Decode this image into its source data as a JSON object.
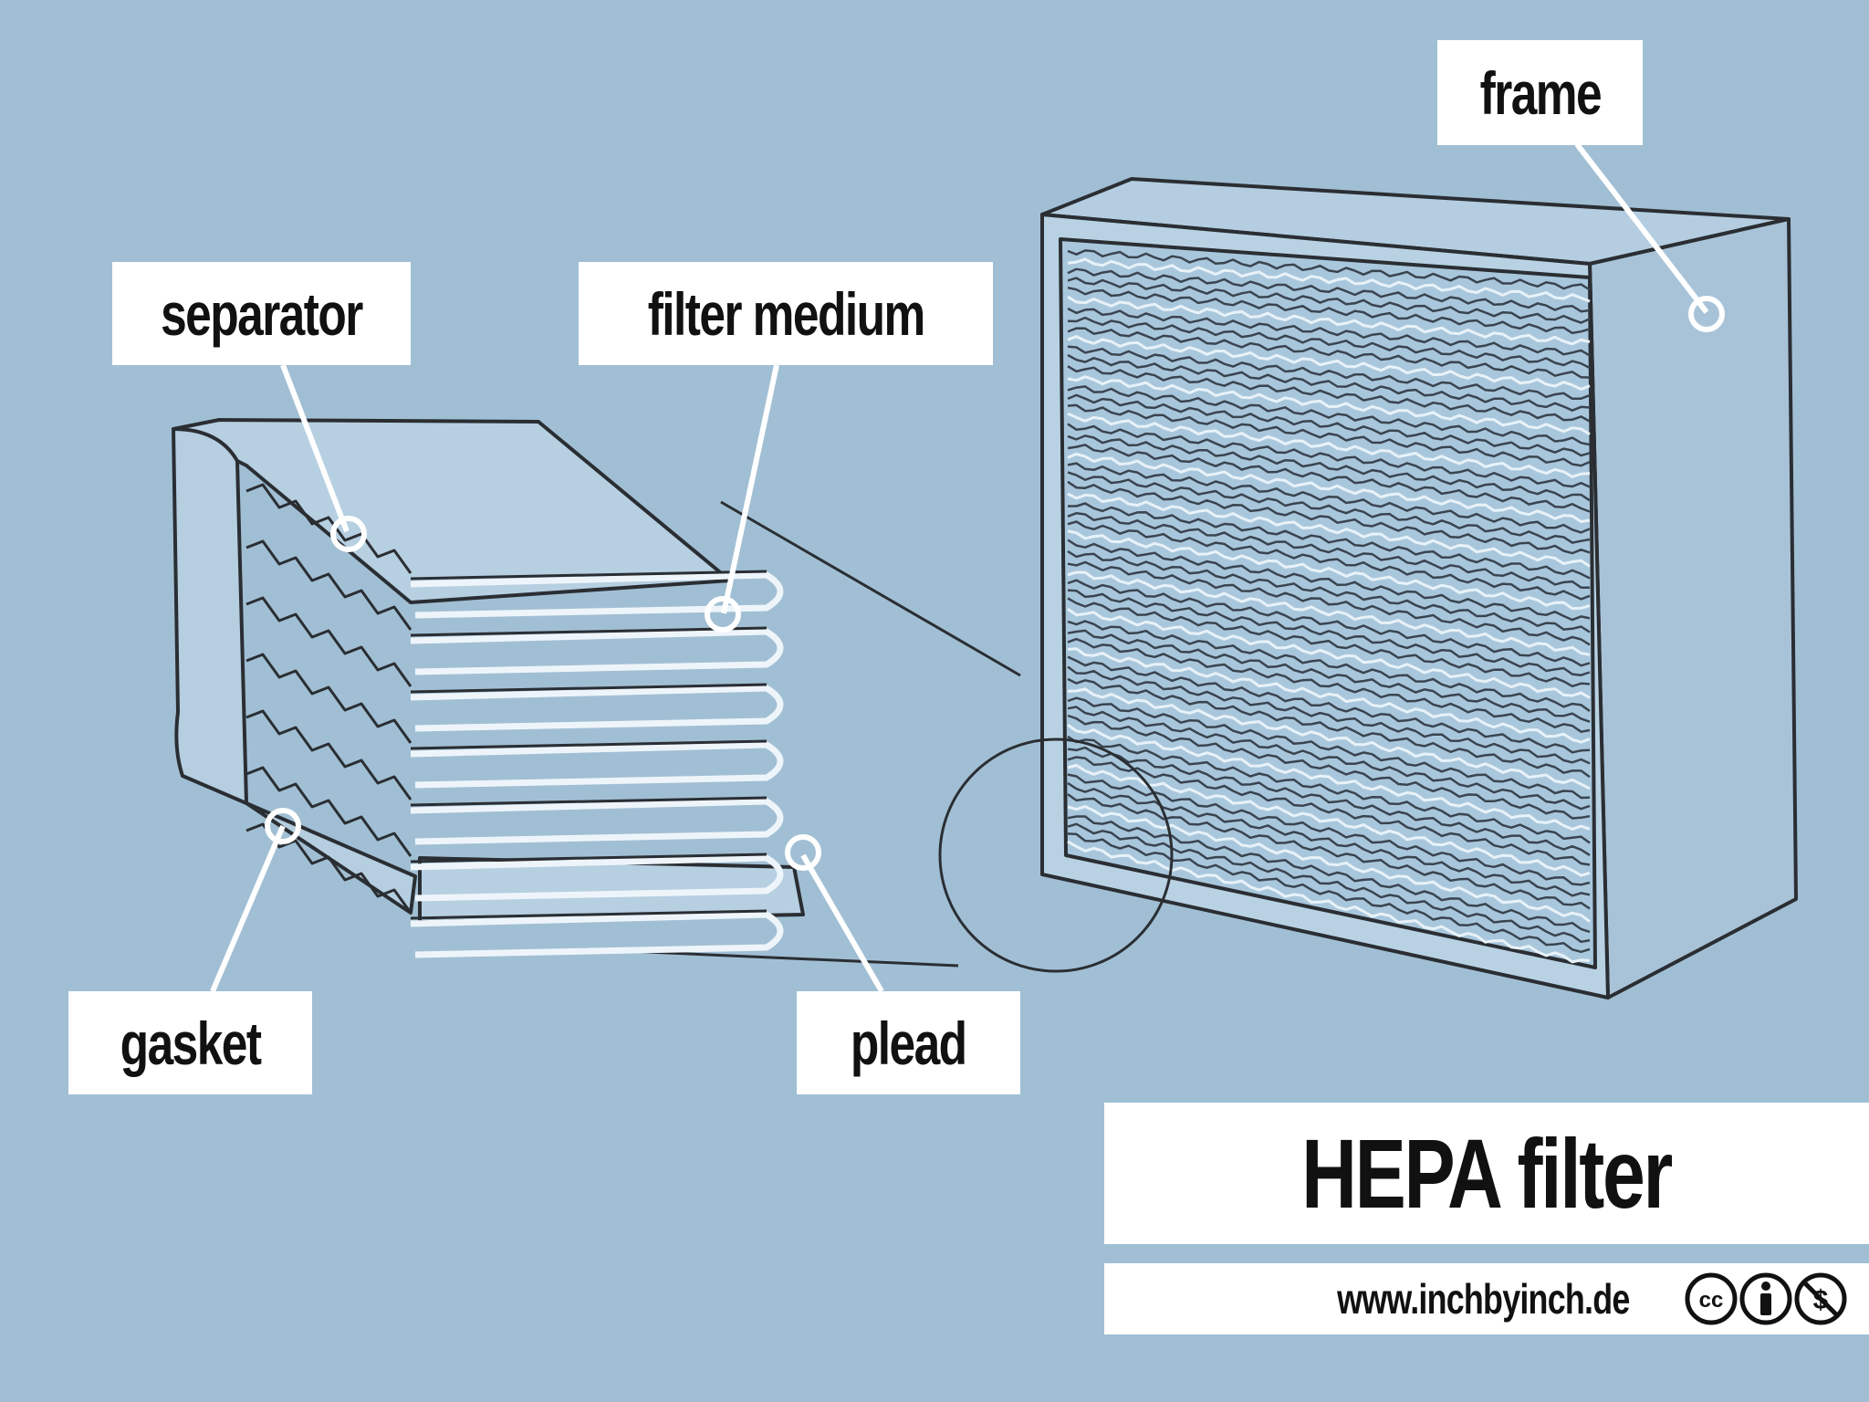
{
  "labels": {
    "frame": "frame",
    "separator": "separator",
    "filter_medium": "filter medium",
    "gasket": "gasket",
    "plead": "plead"
  },
  "title": "HEPA filter",
  "website": "www.inchbyinch.de",
  "license_icons": [
    "cc-icon",
    "attribution-icon",
    "noncommercial-icon"
  ],
  "colors": {
    "background": "#a1bfd4",
    "label_box": "#ffffff",
    "leader_line": "#ffffff",
    "ink": "#2a2e33",
    "filter_face": "#b3cfe0"
  }
}
